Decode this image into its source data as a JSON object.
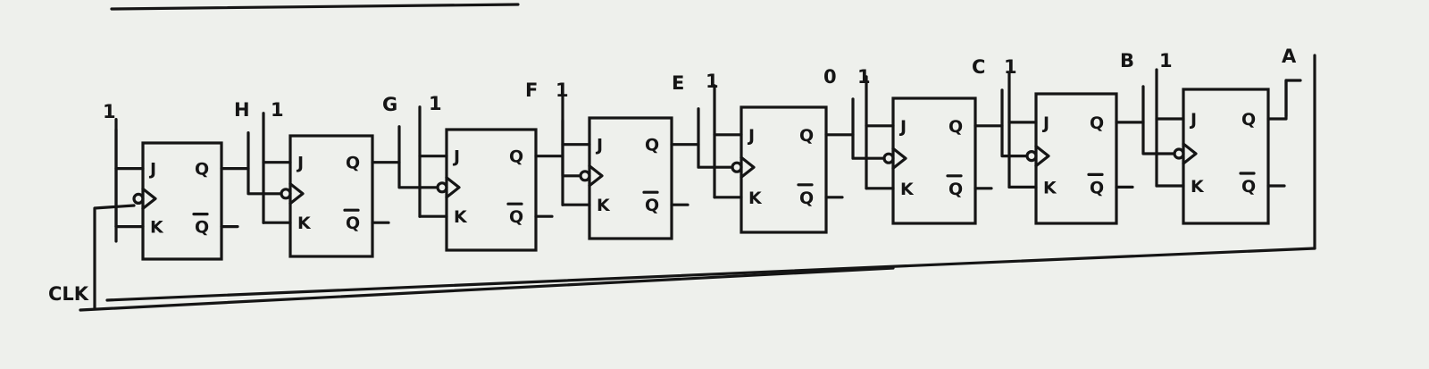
{
  "flipflops": [
    {
      "j": "J",
      "k": "K",
      "q": "Q",
      "qbar": "Q"
    },
    {
      "j": "J",
      "k": "K",
      "q": "Q",
      "qbar": "Q"
    },
    {
      "j": "J",
      "k": "K",
      "q": "Q",
      "qbar": "Q"
    },
    {
      "j": "J",
      "k": "K",
      "q": "Q",
      "qbar": "Q"
    },
    {
      "j": "J",
      "k": "K",
      "q": "Q",
      "qbar": "Q"
    },
    {
      "j": "J",
      "k": "K",
      "q": "Q",
      "qbar": "Q"
    },
    {
      "j": "J",
      "k": "K",
      "q": "Q",
      "qbar": "Q"
    },
    {
      "j": "J",
      "k": "K",
      "q": "Q",
      "qbar": "Q"
    }
  ],
  "labels": {
    "input_1": "1",
    "H": "H",
    "H_1": "1",
    "G": "G",
    "G_1": "1",
    "F": "F",
    "F_1": "1",
    "E": "E",
    "E_1": "1",
    "D": "0",
    "D_1": "1",
    "C": "C",
    "C_1": "1",
    "B": "B",
    "B_1": "1",
    "A": "A",
    "clock": "CLK"
  }
}
